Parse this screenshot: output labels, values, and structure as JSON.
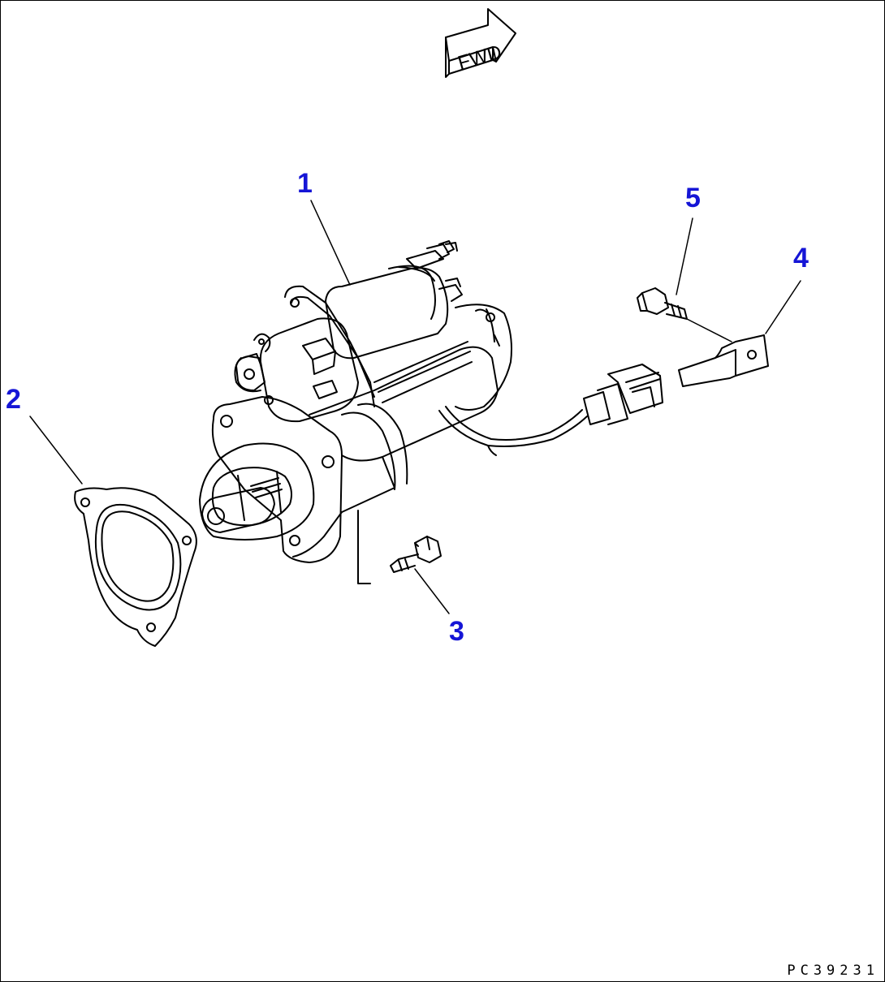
{
  "forward_arrow": {
    "label": "FWD"
  },
  "callouts": [
    {
      "id": "1",
      "part": "starting-motor"
    },
    {
      "id": "2",
      "part": "gasket"
    },
    {
      "id": "3",
      "part": "bolt"
    },
    {
      "id": "4",
      "part": "bracket"
    },
    {
      "id": "5",
      "part": "bolt"
    }
  ],
  "drawing_code": "PC39231",
  "colors": {
    "callout": "#1515d6",
    "line": "#000000",
    "background": "#ffffff"
  }
}
